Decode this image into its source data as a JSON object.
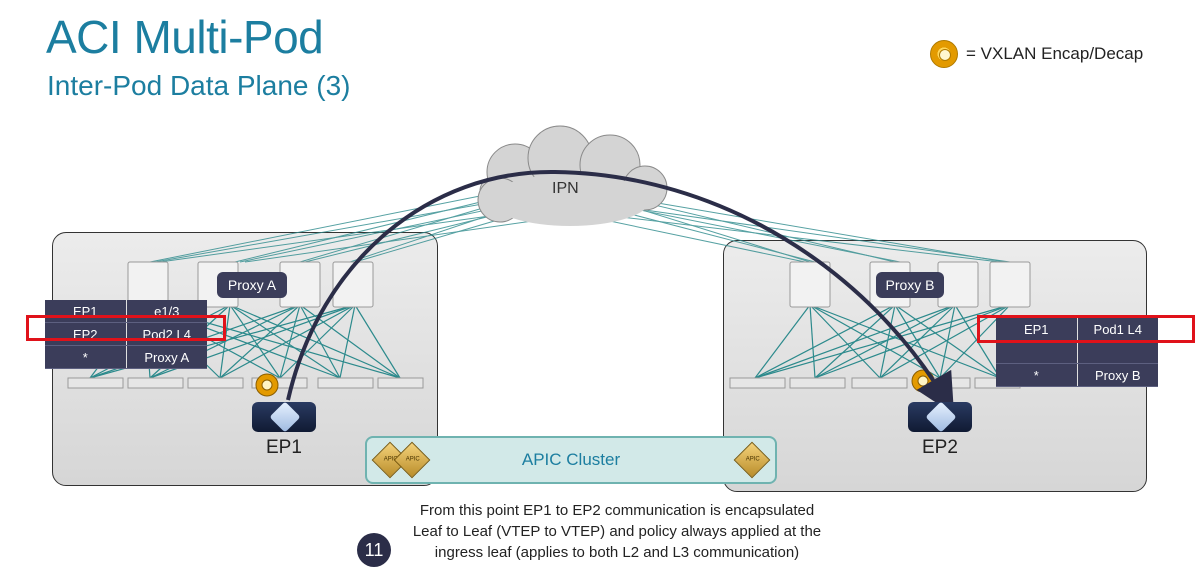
{
  "title": "ACI Multi-Pod",
  "subtitle": "Inter-Pod Data Plane (3)",
  "legend": {
    "icon": "gear-icon",
    "text": "= VXLAN Encap/Decap"
  },
  "ipn_label": "IPN",
  "pod1": {
    "proxy_label": "Proxy A",
    "table": [
      {
        "key": "EP1",
        "value": "e1/3"
      },
      {
        "key": "EP2",
        "value": "Pod2 L4"
      },
      {
        "key": "*",
        "value": "Proxy A"
      }
    ],
    "endpoint_label": "EP1"
  },
  "pod2": {
    "proxy_label": "Proxy B",
    "table": [
      {
        "key": "EP1",
        "value": "Pod1 L4"
      },
      {
        "key": "",
        "value": ""
      },
      {
        "key": "*",
        "value": "Proxy B"
      }
    ],
    "endpoint_label": "EP2"
  },
  "apic": {
    "label": "APIC Cluster",
    "node_text": "APIC"
  },
  "step_number": "11",
  "note_lines": [
    "From this point EP1 to EP2 communication is encapsulated",
    "Leaf to Leaf (VTEP to VTEP) and policy always applied at the",
    "ingress leaf (applies to both L2 and L3 communication)"
  ],
  "colors": {
    "title": "#1c7ea0",
    "highlight": "#e0121a",
    "table_bg": "#3b3d5a",
    "link": "#2c8a8c"
  }
}
